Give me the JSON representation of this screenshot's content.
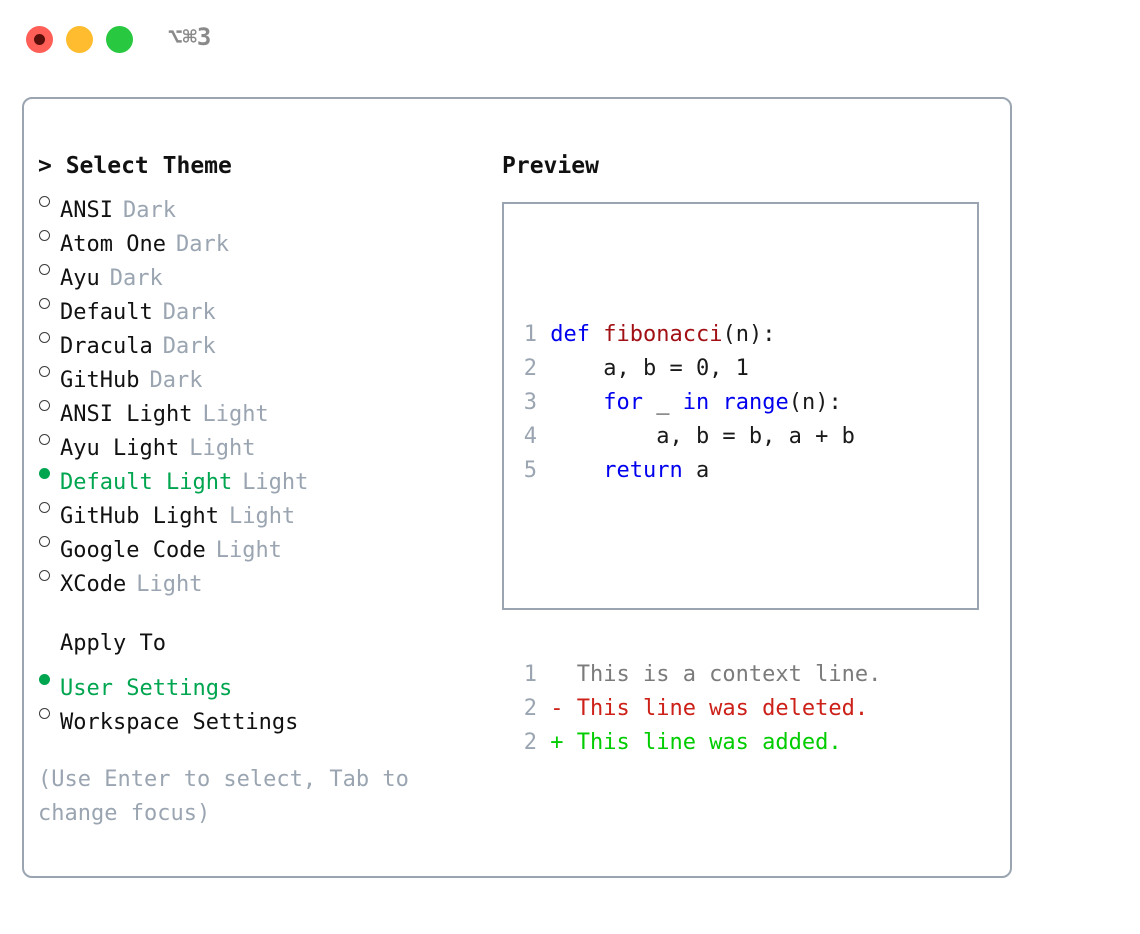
{
  "window": {
    "title": "⌥⌘3",
    "traffic_lights": [
      "close-red",
      "minimize-yellow",
      "zoom-green"
    ]
  },
  "theme_panel": {
    "header": "> Select Theme",
    "items": [
      {
        "label": "ANSI",
        "tag": "Dark",
        "selected": false
      },
      {
        "label": "Atom One",
        "tag": "Dark",
        "selected": false
      },
      {
        "label": "Ayu",
        "tag": "Dark",
        "selected": false
      },
      {
        "label": "Default",
        "tag": "Dark",
        "selected": false
      },
      {
        "label": "Dracula",
        "tag": "Dark",
        "selected": false
      },
      {
        "label": "GitHub",
        "tag": "Dark",
        "selected": false
      },
      {
        "label": "ANSI Light",
        "tag": "Light",
        "selected": false
      },
      {
        "label": "Ayu Light",
        "tag": "Light",
        "selected": false
      },
      {
        "label": "Default Light",
        "tag": "Light",
        "selected": true
      },
      {
        "label": "GitHub Light",
        "tag": "Light",
        "selected": false
      },
      {
        "label": "Google Code",
        "tag": "Light",
        "selected": false
      },
      {
        "label": "XCode",
        "tag": "Light",
        "selected": false
      }
    ]
  },
  "apply_to": {
    "header": "Apply To",
    "items": [
      {
        "label": "User Settings",
        "selected": true
      },
      {
        "label": "Workspace Settings",
        "selected": false
      }
    ]
  },
  "hint": "(Use Enter to select, Tab to change focus)",
  "preview": {
    "title": "Preview",
    "code_lines": [
      {
        "num": "1",
        "tokens": [
          {
            "t": " ",
            "c": "ctext"
          },
          {
            "t": "def",
            "c": "kw"
          },
          {
            "t": " ",
            "c": "ctext"
          },
          {
            "t": "fibonacci",
            "c": "fn"
          },
          {
            "t": "(n):",
            "c": "ctext"
          }
        ]
      },
      {
        "num": "2",
        "tokens": [
          {
            "t": "     a, b = 0, 1",
            "c": "ctext"
          }
        ]
      },
      {
        "num": "3",
        "tokens": [
          {
            "t": "     ",
            "c": "ctext"
          },
          {
            "t": "for",
            "c": "kw"
          },
          {
            "t": " _ ",
            "c": "ctext"
          },
          {
            "t": "in",
            "c": "kw"
          },
          {
            "t": " ",
            "c": "ctext"
          },
          {
            "t": "range",
            "c": "kw"
          },
          {
            "t": "(n):",
            "c": "ctext"
          }
        ]
      },
      {
        "num": "4",
        "tokens": [
          {
            "t": "         a, b = b, a + b",
            "c": "ctext"
          }
        ]
      },
      {
        "num": "5",
        "tokens": [
          {
            "t": "     ",
            "c": "ctext"
          },
          {
            "t": "return",
            "c": "kw"
          },
          {
            "t": " a",
            "c": "ctext"
          }
        ]
      }
    ],
    "diff_lines": [
      {
        "num": "1",
        "marker": " ",
        "text": "  This is a context line.",
        "kind": "context"
      },
      {
        "num": "2",
        "marker": " ",
        "text": "- This line was deleted.",
        "kind": "deleted"
      },
      {
        "num": "2",
        "marker": " ",
        "text": "+ This line was added.",
        "kind": "added"
      }
    ]
  },
  "colors": {
    "accent_green": "#00A550",
    "muted": "#9AA5B1",
    "keyword_blue": "#0000EE",
    "function_red": "#A11015",
    "diff_deleted": "#CC2018",
    "diff_added": "#00CC00",
    "border": "#9AA5B1"
  }
}
